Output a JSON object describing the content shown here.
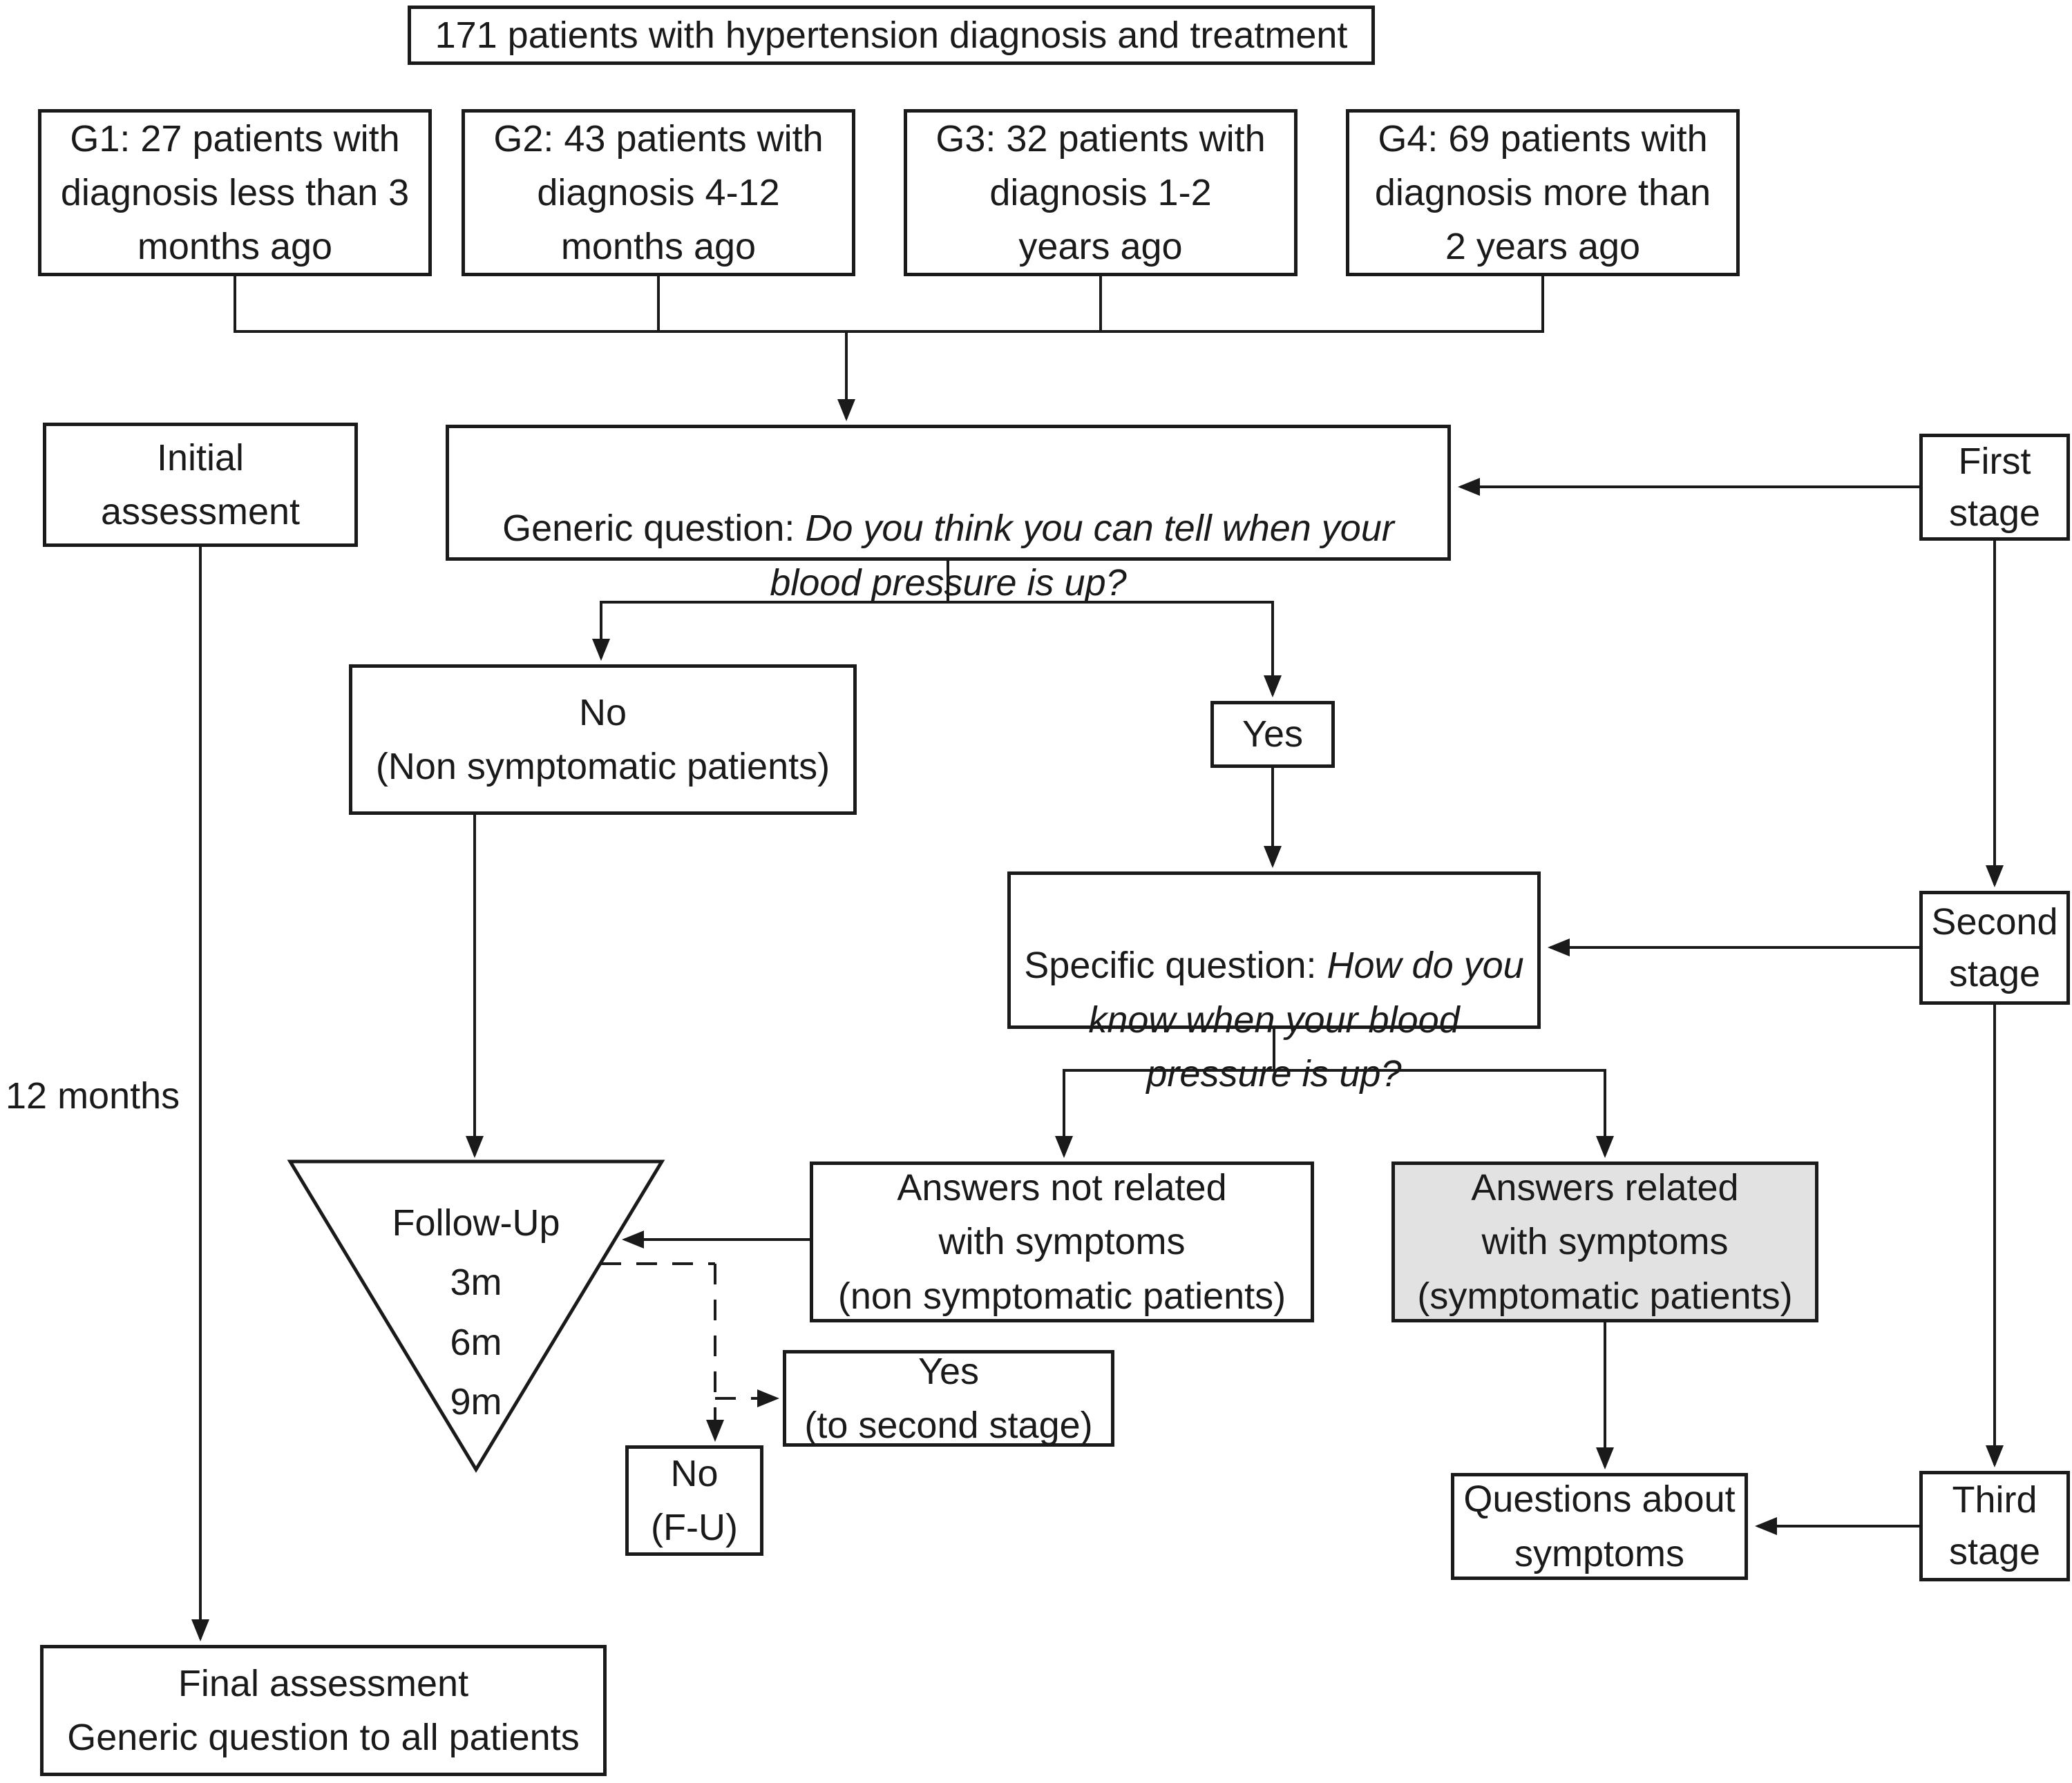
{
  "title": "171 patients with hypertension diagnosis and treatment",
  "groups": [
    {
      "label": "G1: 27 patients with\ndiagnosis less than 3\nmonths ago"
    },
    {
      "label": "G2: 43 patients with\ndiagnosis 4-12\nmonths ago"
    },
    {
      "label": "G3: 32 patients with\ndiagnosis 1-2\nyears ago"
    },
    {
      "label": "G4: 69 patients with\ndiagnosis more than\n2 years ago"
    }
  ],
  "timeline": {
    "initial": "Initial\nassessment",
    "duration": "12 months",
    "final": "Final assessment\nGeneric question to all patients"
  },
  "stages": {
    "first": "First\nstage",
    "second": "Second\nstage",
    "third": "Third\nstage"
  },
  "generic_question": {
    "prefix": "Generic question: ",
    "question": "Do you think you can tell when your\nblood pressure is up?"
  },
  "first_branch": {
    "no": "No\n(Non symptomatic patients)",
    "yes": "Yes"
  },
  "specific_question": {
    "prefix": "Specific question: ",
    "question": "How do you\nknow when your blood\npressure is up?"
  },
  "second_branch": {
    "not_related": "Answers not related\nwith symptoms\n(non symptomatic patients)",
    "related": "Answers related\nwith symptoms\n(symptomatic patients)"
  },
  "followup": {
    "label": "Follow-Up\n3m\n6m\n9m",
    "yes": "Yes\n(to second stage)",
    "no": "No\n(F-U)"
  },
  "questions_about_symptoms": "Questions about\nsymptoms",
  "colors": {
    "highlight": "#e2e2e2",
    "ink": "#1a1a1a"
  }
}
